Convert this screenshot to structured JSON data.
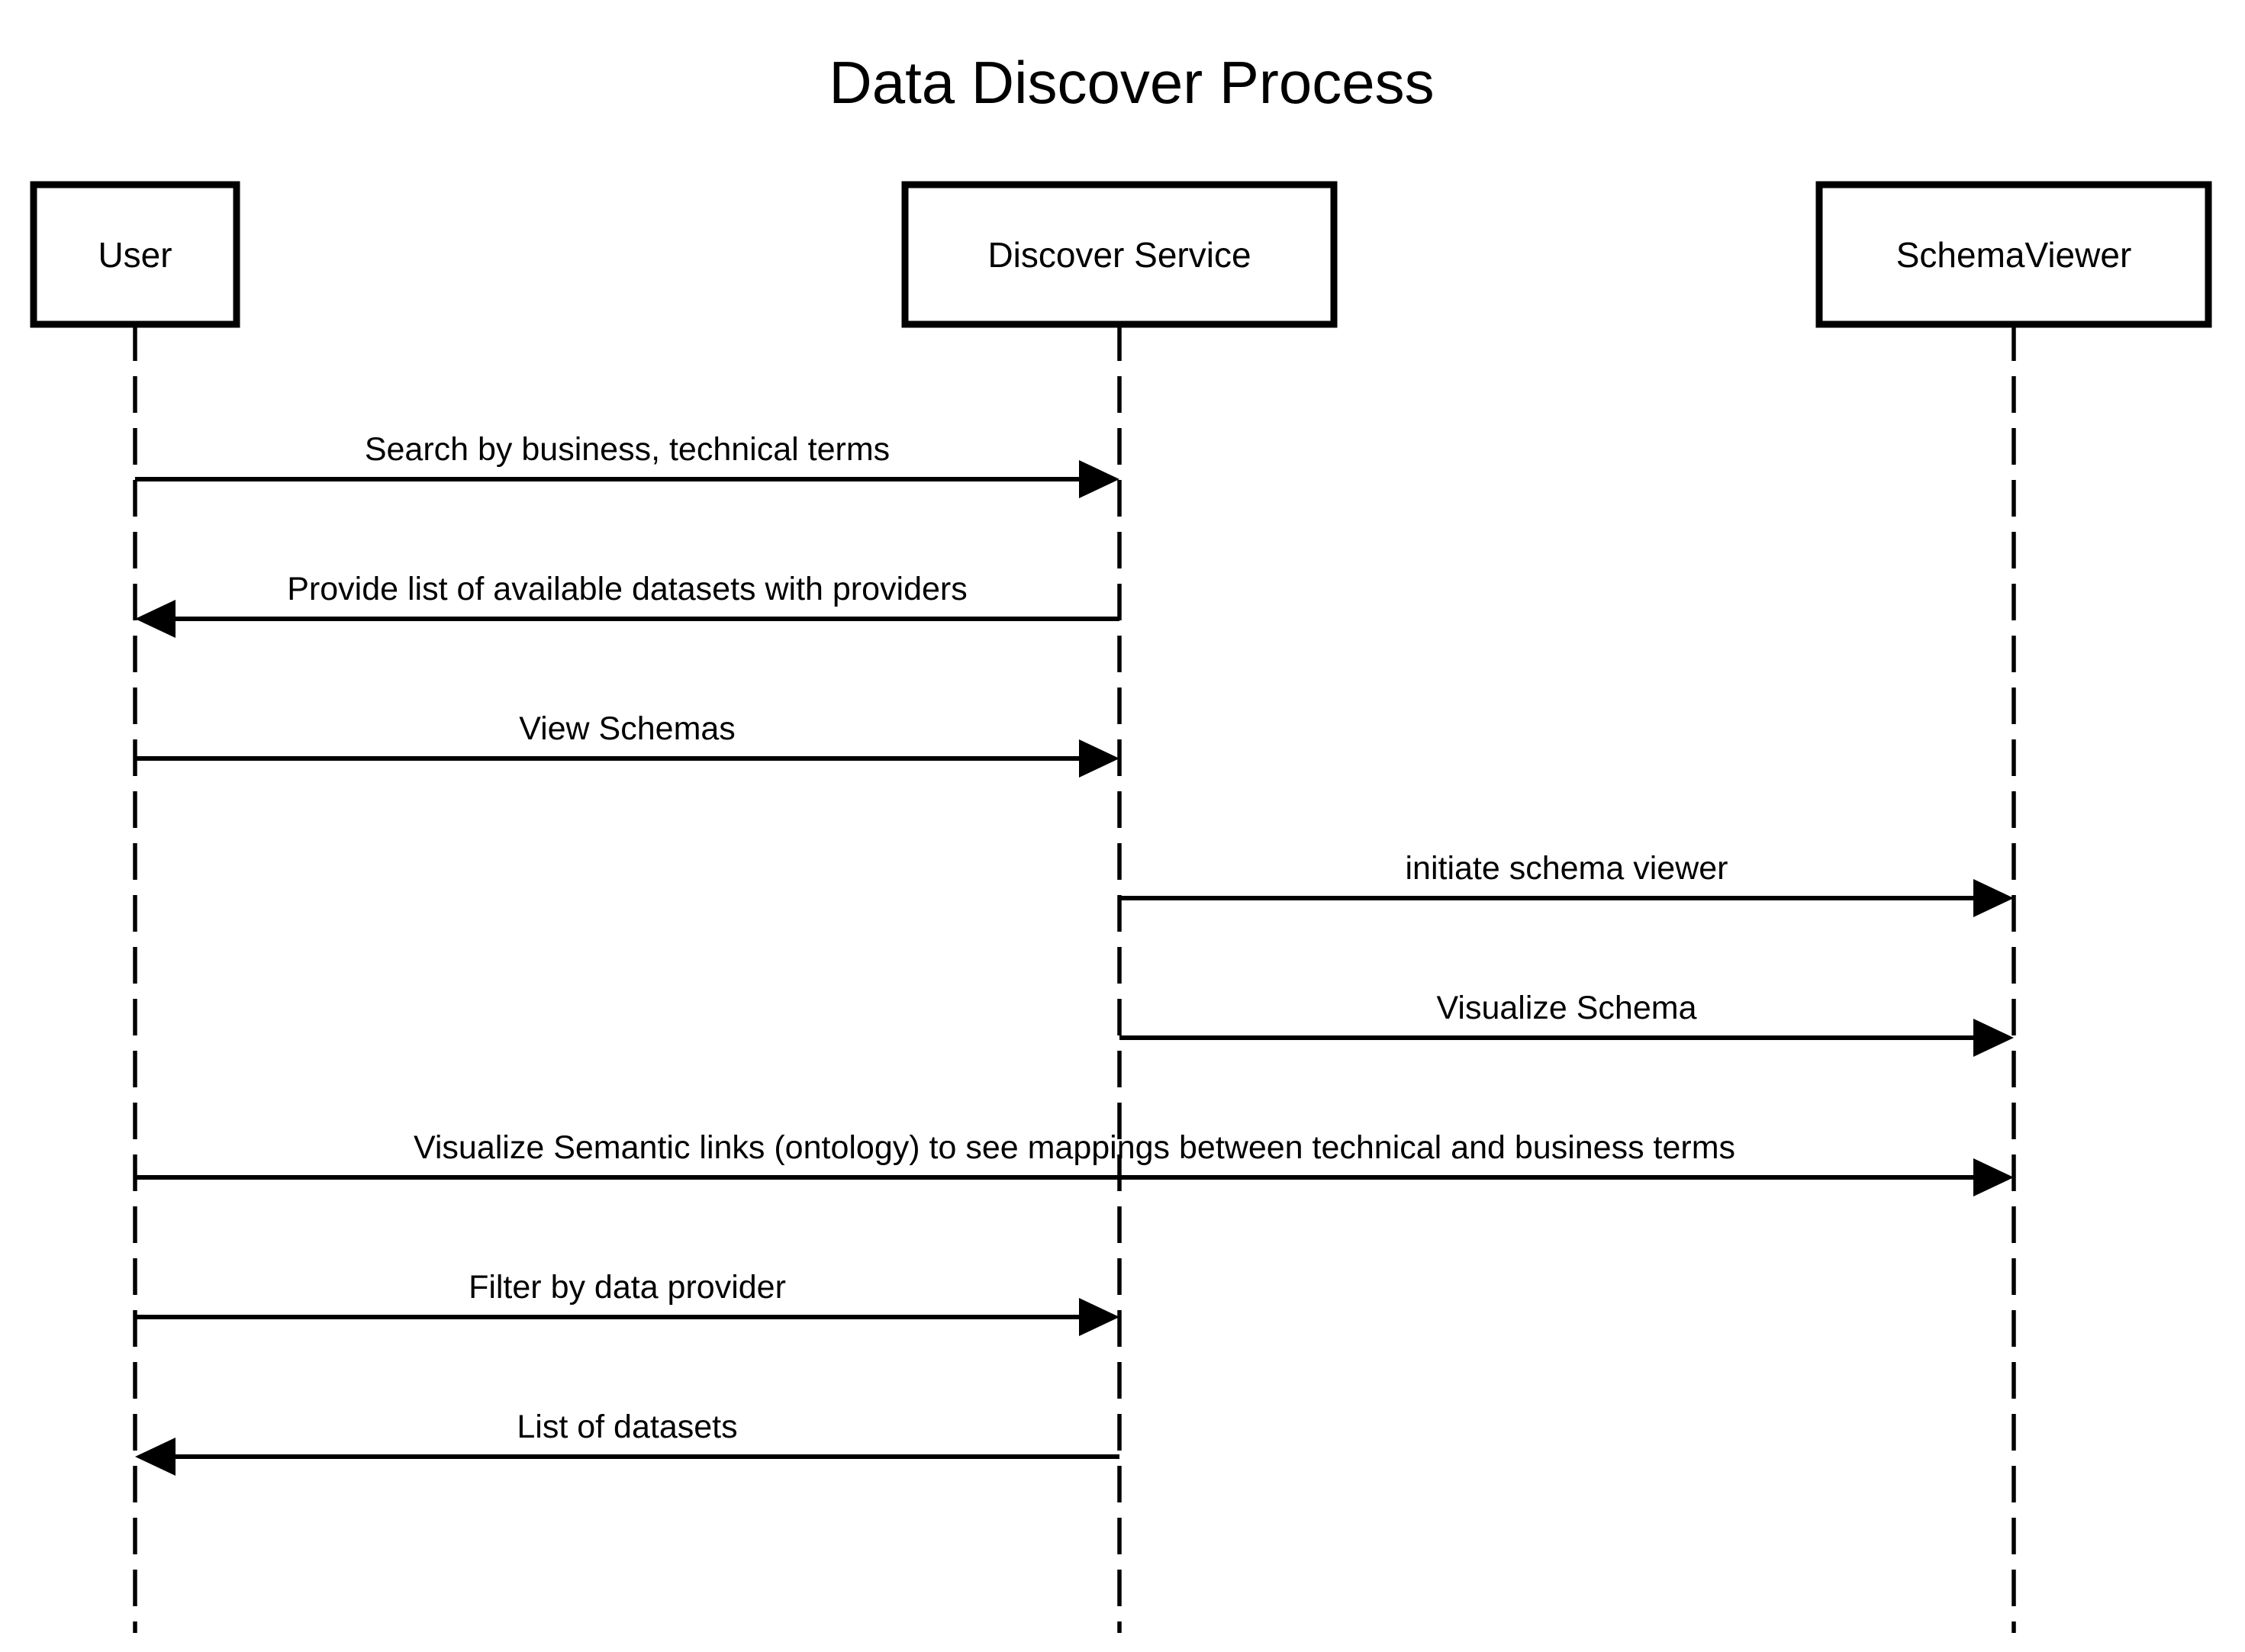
{
  "page": {
    "title": "Data Discover Process"
  },
  "diagram": {
    "type": "sequence-diagram",
    "colors": {
      "background": "#ffffff",
      "stroke": "#000000",
      "text": "#000000"
    },
    "actors": [
      {
        "id": "user",
        "label": "User"
      },
      {
        "id": "discover-service",
        "label": "Discover Service"
      },
      {
        "id": "schema-viewer",
        "label": "SchemaViewer"
      }
    ],
    "messages": [
      {
        "from": "User",
        "to": "Discover Service",
        "direction": "right",
        "label": "Search by business, technical terms"
      },
      {
        "from": "Discover Service",
        "to": "User",
        "direction": "left",
        "label": "Provide list of available datasets with providers"
      },
      {
        "from": "User",
        "to": "Discover Service",
        "direction": "right",
        "label": "View Schemas"
      },
      {
        "from": "Discover Service",
        "to": "SchemaViewer",
        "direction": "right",
        "label": "initiate schema viewer"
      },
      {
        "from": "Discover Service",
        "to": "SchemaViewer",
        "direction": "right",
        "label": "Visualize Schema"
      },
      {
        "from": "User",
        "to": "SchemaViewer",
        "direction": "right",
        "label": "Visualize Semantic links (ontology) to see mappings between technical and business terms"
      },
      {
        "from": "User",
        "to": "Discover Service",
        "direction": "right",
        "label": "Filter by data provider"
      },
      {
        "from": "Discover Service",
        "to": "User",
        "direction": "left",
        "label": "List of datasets"
      }
    ]
  }
}
